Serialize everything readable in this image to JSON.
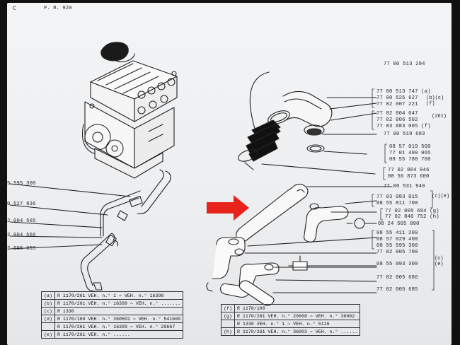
{
  "header": {
    "code": "C",
    "page_ref": "P. R. 920"
  },
  "left_parts": [
    {
      "label": "5 595 300"
    },
    {
      "label": "0 527 836"
    },
    {
      "label": "2 004 565"
    },
    {
      "label": "2 004 566"
    },
    {
      "label": "2 005 059"
    }
  ],
  "right_parts": [
    {
      "label": "77 00 513 294"
    },
    {
      "label": "77 00 513 747 (a)"
    },
    {
      "label": "77 00 525 627"
    },
    {
      "label": "77 02 007 221"
    },
    {
      "label": "77 02 004 047"
    },
    {
      "label": "77 02 006 502"
    },
    {
      "label": "77 03 083 005 (f)"
    },
    {
      "label": "77 00 519 683"
    },
    {
      "label": "08 57 019 500"
    },
    {
      "label": "77 01 400 065"
    },
    {
      "label": "08 55 788 700"
    },
    {
      "label": "77 02 004 046"
    },
    {
      "label": "08 56 873 600"
    },
    {
      "label": "77 00 531 940"
    },
    {
      "label": "77 03 083 015"
    },
    {
      "label": "08 55 811 700"
    },
    {
      "label": "77 02 005 684 (g)"
    },
    {
      "label": "77 02 840 752 (h)"
    },
    {
      "label": "08 24 505 800"
    },
    {
      "label": "08 55 411 200"
    },
    {
      "label": "08 57 029 400"
    },
    {
      "label": "08 55 595 300"
    },
    {
      "label": "77 02 005 700"
    },
    {
      "label": "08 55 093 300"
    },
    {
      "label": "77 02 005 686"
    },
    {
      "label": "77 02 005 685"
    }
  ],
  "brackets": {
    "b1": "(b)(c)(f)",
    "b2": "(261)",
    "b3": "(c)(e)",
    "b4": "(c)(e)"
  },
  "left_table": [
    {
      "key": "(a)",
      "text": "R 1170/261  VEH. n.°      1  ⇨  VEH. n.°  16398"
    },
    {
      "key": "(b)",
      "text": "R 1170/261  VEH. n.°  16399  ⇨  VEH. n.° ......."
    },
    {
      "key": "(c)",
      "text": "R 1330"
    },
    {
      "key": "(d)",
      "text": "R 1170/100  VEH. n.° 350501  ⇨  VEH. n.° 541600"
    },
    {
      "key": "",
      "text": "R 1170/261  VEH. n.°  16399  ⇨  VEH. n.°  29667"
    },
    {
      "key": "(e)",
      "text": "R 1170/261  VEH. n.°  ......"
    }
  ],
  "right_table": [
    {
      "key": "(f)",
      "text": "R 1170/100"
    },
    {
      "key": "(g)",
      "text": "R 1170/261  VEH. n.°  29668  ⇨  VEH. n.°  36002"
    },
    {
      "key": "",
      "text": "R 1330       VEH. n.°      1  ⇨  VEH. n.°   5116"
    },
    {
      "key": "(h)",
      "text": "R 1170/261  VEH. n.°  36003  ⇨  VEH. n.° ......"
    }
  ],
  "colors": {
    "arrow": "#e8231c",
    "ink": "#222222",
    "paper": "#eef0f2"
  }
}
